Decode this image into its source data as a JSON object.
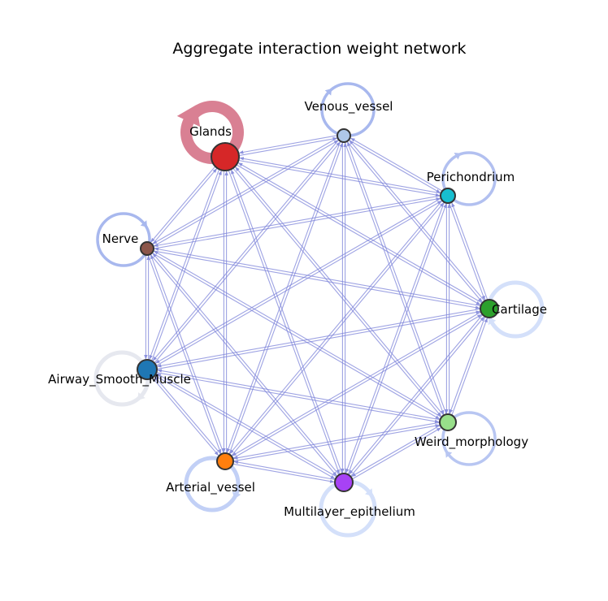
{
  "title": "Aggregate interaction weight network",
  "nodes": [
    {
      "name": "Glands",
      "color": "#d62728",
      "self_loop_color": "#d98093"
    },
    {
      "name": "Venous_vessel",
      "color": "#aec7e8",
      "self_loop_color": "#a8b8ee"
    },
    {
      "name": "Perichondrium",
      "color": "#17becf",
      "self_loop_color": "#b2c0f0"
    },
    {
      "name": "Cartilage",
      "color": "#2ca02c",
      "self_loop_color": "#d4e0fa"
    },
    {
      "name": "Weird_morphology",
      "color": "#98df8a",
      "self_loop_color": "#b8c6f2"
    },
    {
      "name": "Multilayer_epithelium",
      "color": "#a742f5",
      "self_loop_color": "#d4e0fa"
    },
    {
      "name": "Arterial_vessel",
      "color": "#ff7f0e",
      "self_loop_color": "#c2d0f6"
    },
    {
      "name": "Airway_Smooth_Muscle",
      "color": "#1f77b4",
      "self_loop_color": "#e6e8ef"
    },
    {
      "name": "Nerve",
      "color": "#8c564b",
      "self_loop_color": "#a8b8ee"
    }
  ],
  "edge_color": "#7d84d9",
  "node_edge_color": "#333333"
}
